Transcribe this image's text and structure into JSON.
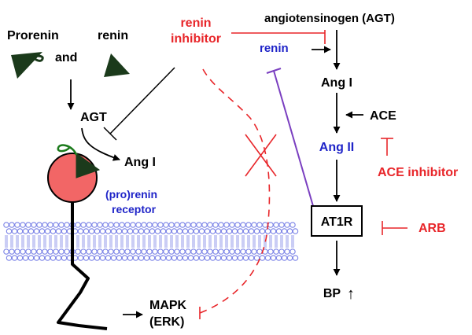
{
  "labels": {
    "prorenin": "Prorenin",
    "and": "and",
    "renin_left": "renin",
    "agt_left": "AGT",
    "ang1_left": "Ang I",
    "prorenin_receptor_line1": "(pro)renin",
    "prorenin_receptor_line2": "receptor",
    "renin_inhibitor_line1": "renin",
    "renin_inhibitor_line2": "inhibitor",
    "agt_full": "angiotensinogen (AGT)",
    "renin_right": "renin",
    "ang1_right": "Ang I",
    "ace": "ACE",
    "ang2": "Ang II",
    "ace_inhibitor": "ACE inhibitor",
    "at1r": "AT1R",
    "arb": "ARB",
    "bp": "BP",
    "up_arrow": "↑",
    "mapk_line1": "MAPK",
    "mapk_line2": "(ERK)"
  },
  "colors": {
    "black": "#000000",
    "red": "#e8262a",
    "blue": "#1f24c8",
    "purple": "#7a3fc0",
    "dark_green": "#1b3a1b",
    "receptor_red": "#f26666",
    "membrane": "#7a82e6"
  }
}
